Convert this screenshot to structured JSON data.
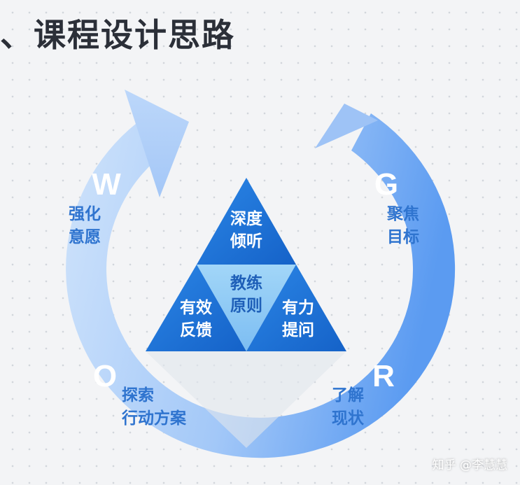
{
  "title": "、课程设计思路",
  "stages": {
    "w": {
      "letter": "W",
      "label_line1": "强化",
      "label_line2": "意愿"
    },
    "g": {
      "letter": "G",
      "label_line1": "聚焦",
      "label_line2": "目标"
    },
    "r": {
      "letter": "R",
      "label_line1": "了解",
      "label_line2": "现状"
    },
    "o": {
      "letter": "O",
      "label_line1": "探索",
      "label_line2": "行动方案"
    }
  },
  "triangles": {
    "top": {
      "line1": "深度",
      "line2": "倾听"
    },
    "center": {
      "line1": "教练",
      "line2": "原则"
    },
    "left": {
      "line1": "有效",
      "line2": "反馈"
    },
    "right": {
      "line1": "有力",
      "line2": "提问"
    }
  },
  "watermark": "知乎 @李慧慧",
  "colors": {
    "ring_light": "#d4e6fb",
    "ring_dark": "#5e9df2",
    "triangle_dark": "#1e6fd4",
    "triangle_light": "#8fcaf5",
    "title": "#2b2f38"
  }
}
